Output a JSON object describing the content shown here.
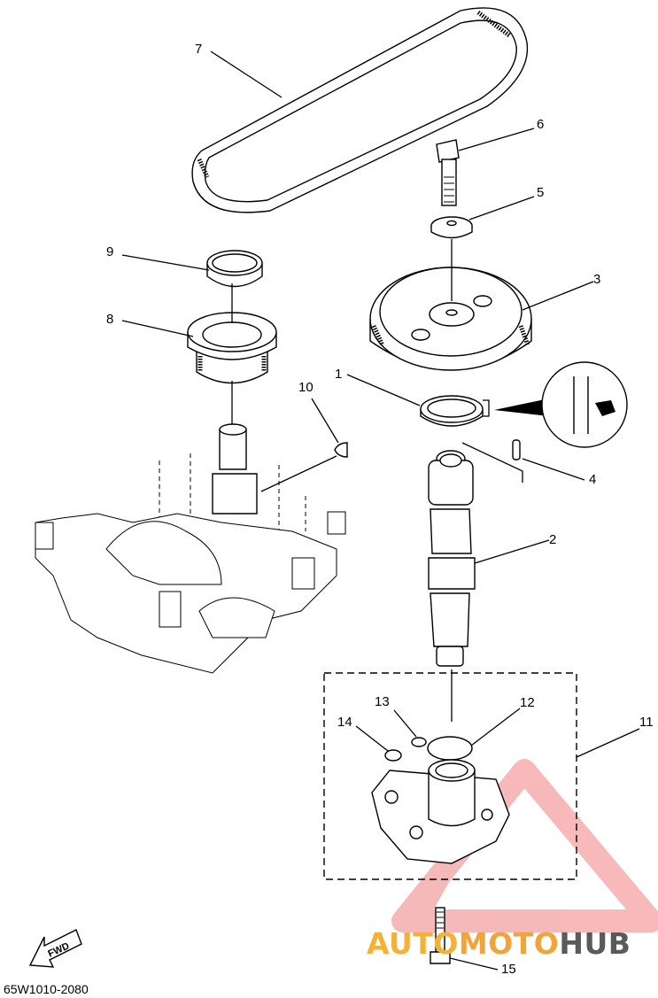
{
  "callouts": [
    {
      "id": "1",
      "text": "1"
    },
    {
      "id": "2",
      "text": "2"
    },
    {
      "id": "3",
      "text": "3"
    },
    {
      "id": "4",
      "text": "4"
    },
    {
      "id": "5",
      "text": "5"
    },
    {
      "id": "6",
      "text": "6"
    },
    {
      "id": "7",
      "text": "7"
    },
    {
      "id": "8",
      "text": "8"
    },
    {
      "id": "9",
      "text": "9"
    },
    {
      "id": "10",
      "text": "10"
    },
    {
      "id": "11",
      "text": "11"
    },
    {
      "id": "12",
      "text": "12"
    },
    {
      "id": "13",
      "text": "13"
    },
    {
      "id": "14",
      "text": "14"
    },
    {
      "id": "15",
      "text": "15"
    }
  ],
  "fwd_label": "FWD",
  "diagram_code": "65W1010-2080",
  "watermark": {
    "part1": "AUTO",
    "part2": "MOTO",
    "part3": "HUB",
    "logo_color": "#f08080"
  }
}
